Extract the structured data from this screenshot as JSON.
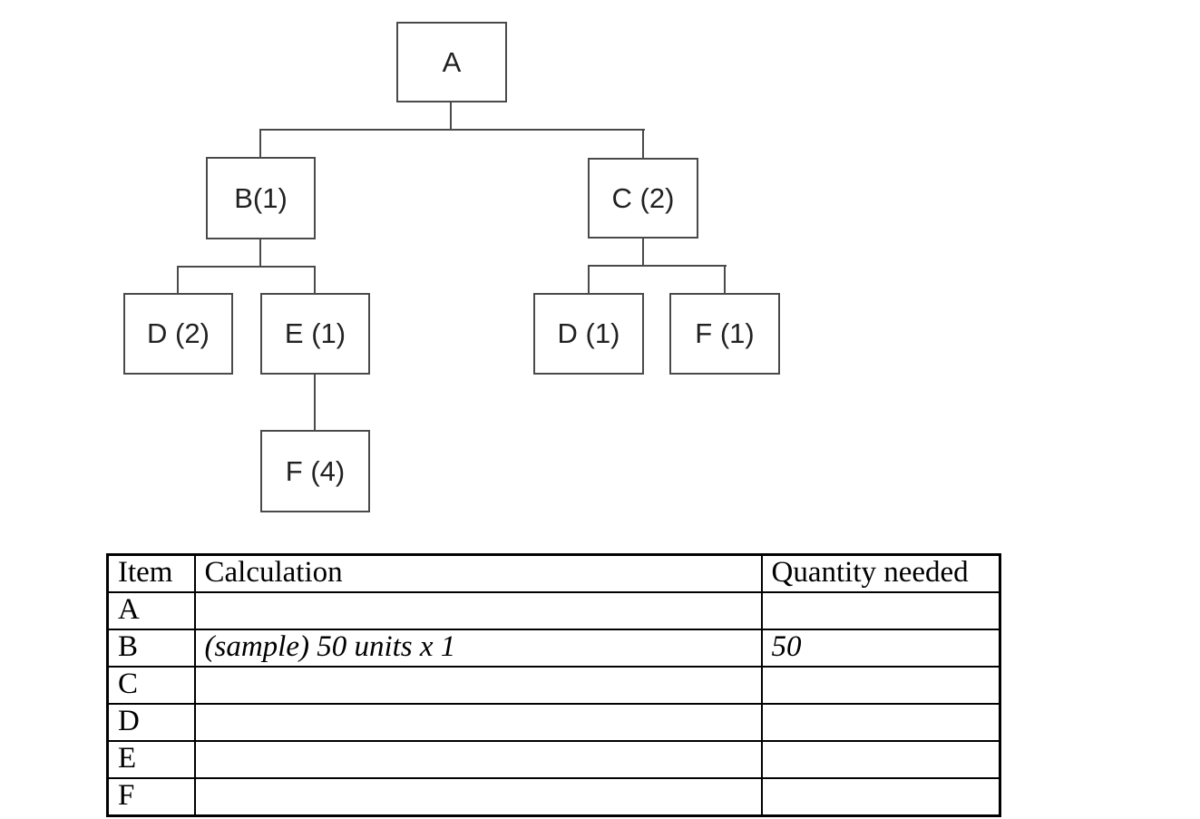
{
  "colors": {
    "background": "#ffffff",
    "tree_ink": "#4a4a4a",
    "table_ink": "#000000"
  },
  "diagram": {
    "description": "Product structure tree (bill of materials)",
    "nodes": [
      {
        "id": "A",
        "label": "A"
      },
      {
        "id": "B",
        "label": "B(1)"
      },
      {
        "id": "C",
        "label": "C (2)"
      },
      {
        "id": "D-under-B",
        "label": "D (2)"
      },
      {
        "id": "E-under-B",
        "label": "E (1)"
      },
      {
        "id": "F-under-E",
        "label": "F (4)"
      },
      {
        "id": "D-under-C",
        "label": "D (1)"
      },
      {
        "id": "F-under-C",
        "label": "F (1)"
      }
    ],
    "edges": [
      {
        "parent": "A",
        "child": "B",
        "qty_per_parent": 1
      },
      {
        "parent": "A",
        "child": "C",
        "qty_per_parent": 2
      },
      {
        "parent": "B",
        "child": "D",
        "qty_per_parent": 2
      },
      {
        "parent": "B",
        "child": "E",
        "qty_per_parent": 1
      },
      {
        "parent": "E",
        "child": "F",
        "qty_per_parent": 4
      },
      {
        "parent": "C",
        "child": "D",
        "qty_per_parent": 1
      },
      {
        "parent": "C",
        "child": "F",
        "qty_per_parent": 1
      }
    ]
  },
  "table": {
    "headers": [
      "Item",
      "Calculation",
      "Quantity needed"
    ],
    "rows": [
      {
        "item": "A",
        "calculation": "",
        "quantity": ""
      },
      {
        "item": "B",
        "calculation": "(sample) 50 units x 1",
        "quantity": "50"
      },
      {
        "item": "C",
        "calculation": "",
        "quantity": ""
      },
      {
        "item": "D",
        "calculation": "",
        "quantity": ""
      },
      {
        "item": "E",
        "calculation": "",
        "quantity": ""
      },
      {
        "item": "F",
        "calculation": "",
        "quantity": ""
      }
    ]
  }
}
